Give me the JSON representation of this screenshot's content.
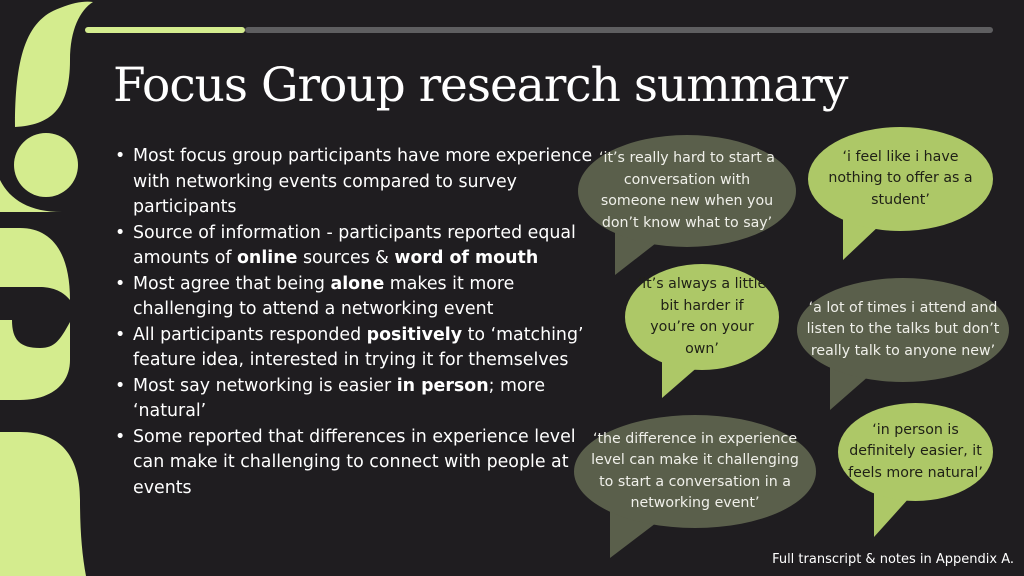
{
  "colors": {
    "background": "#1f1d20",
    "accent_green": "#d4ec8e",
    "bubble_dark": "#5a5f4b",
    "bubble_light": "#adc867",
    "bar_gray": "#5e5e60"
  },
  "slide": {
    "title": "Focus Group research summary",
    "bullets": [
      [
        {
          "t": "Most focus group participants have more experience with networking events compared to survey participants"
        }
      ],
      [
        {
          "t": "Source of information - participants reported equal amounts of "
        },
        {
          "t": "online",
          "b": true
        },
        {
          "t": " sources & "
        },
        {
          "t": "word of mouth",
          "b": true
        }
      ],
      [
        {
          "t": "Most agree that being "
        },
        {
          "t": "alone",
          "b": true
        },
        {
          "t": " makes it more challenging to attend a networking event"
        }
      ],
      [
        {
          "t": "All participants responded "
        },
        {
          "t": "positively",
          "b": true
        },
        {
          "t": " to ‘matching’ feature idea, interested in trying it for themselves"
        }
      ],
      [
        {
          "t": "Most say networking is easier "
        },
        {
          "t": "in person",
          "b": true
        },
        {
          "t": "; more ‘natural’"
        }
      ],
      [
        {
          "t": "Some reported that differences in experience level can make it challenging to connect with people at events"
        }
      ]
    ],
    "quotes": [
      {
        "text": "‘it’s really hard to start a conversation with someone new when you don’t know what to say’",
        "tone": "dark"
      },
      {
        "text": "‘i feel like i have nothing to offer as  a student’",
        "tone": "light"
      },
      {
        "text": "‘it’s always a little bit harder if you’re on your own’",
        "tone": "light"
      },
      {
        "text": "‘a lot of times i attend and listen to the talks but don’t really talk to anyone new’",
        "tone": "dark"
      },
      {
        "text": "‘the difference in experience level can make it challenging to start a conversation in a networking event’",
        "tone": "dark"
      },
      {
        "text": "‘in person is definitely easier, it feels more natural’",
        "tone": "light"
      }
    ],
    "footnote": "Full transcript & notes in Appendix A."
  }
}
